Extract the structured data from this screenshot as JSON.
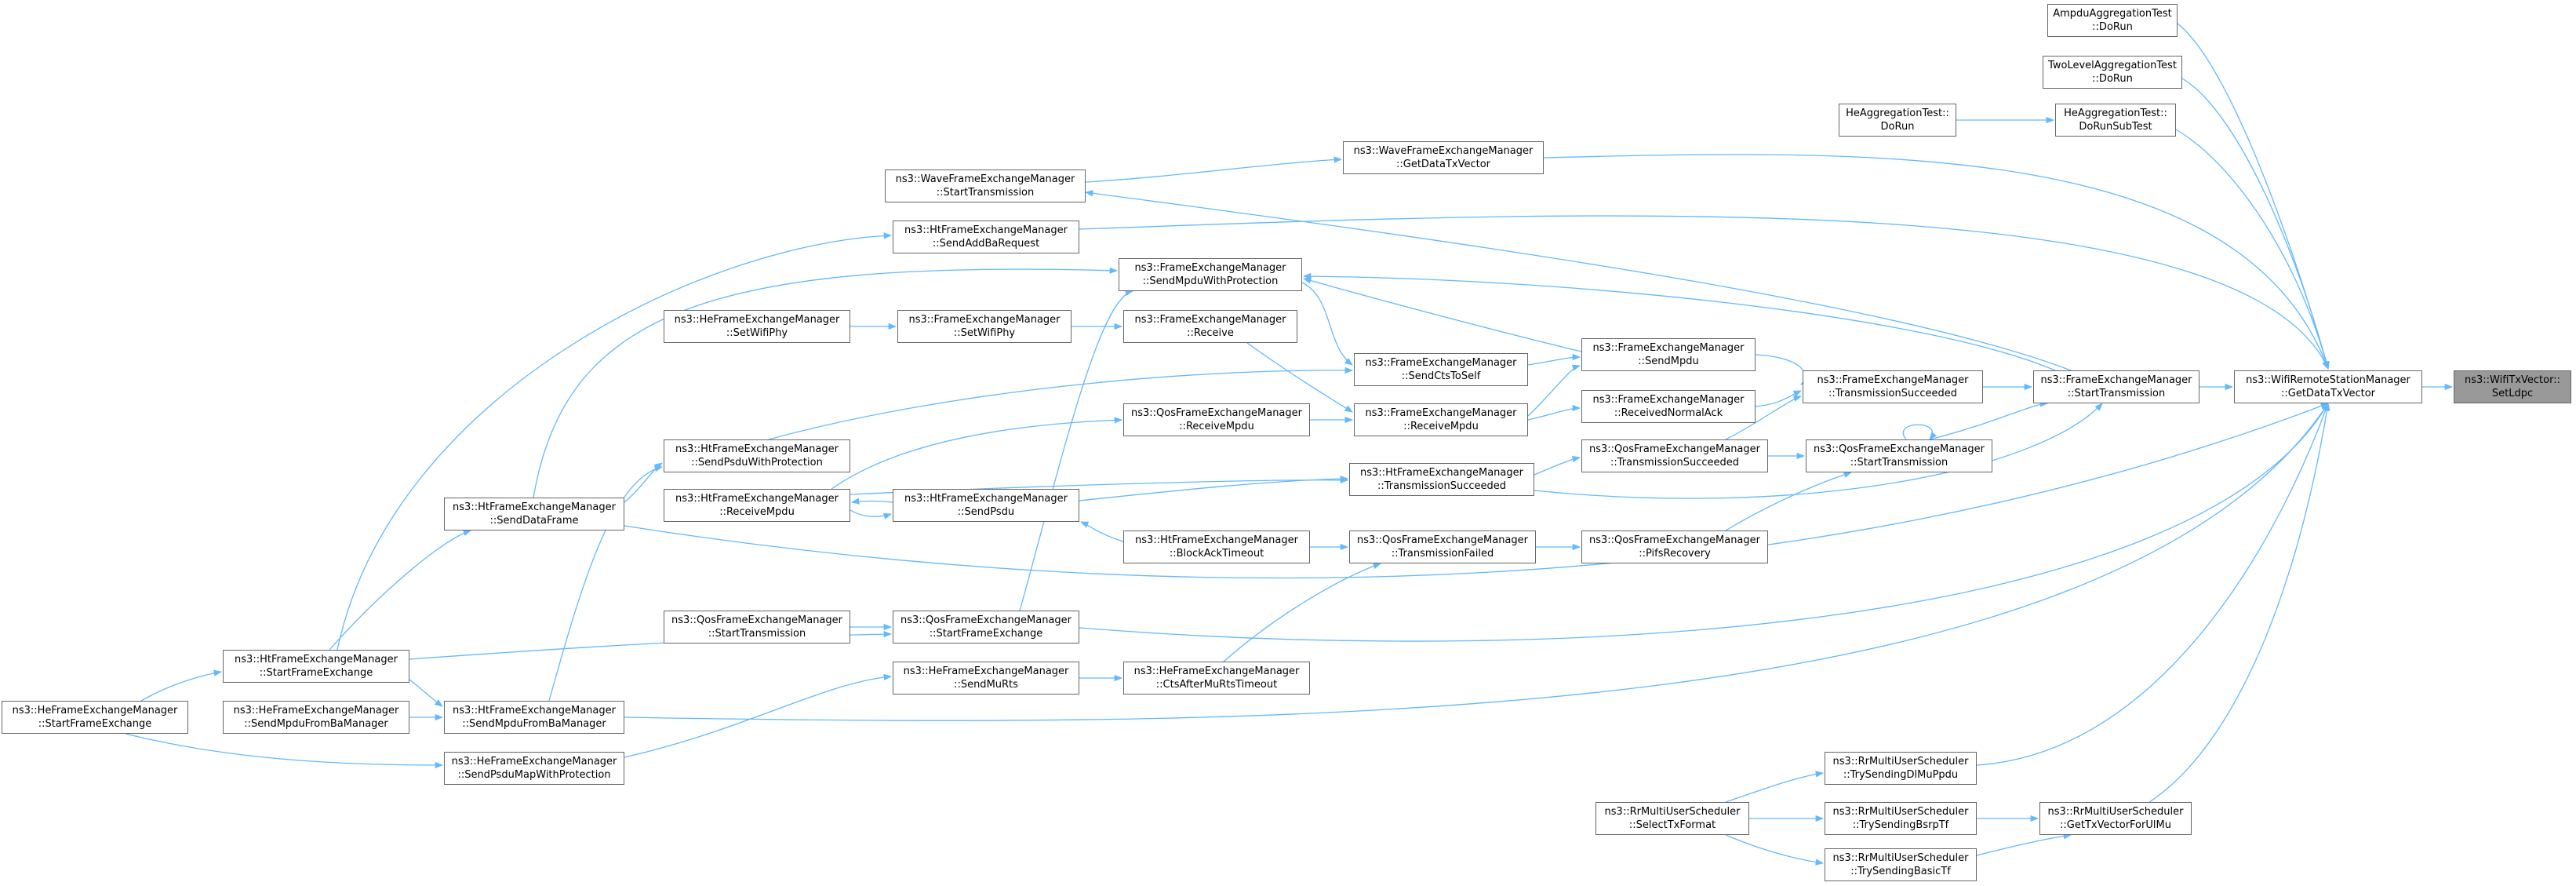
{
  "colors": {
    "edge": "#63b8ff",
    "node_border": "#666666",
    "focus_fill": "#999999"
  },
  "nodes": {
    "n_ampdu": [
      "AmpduAggregationTest",
      "::DoRun"
    ],
    "n_twolevel": [
      "TwoLevelAggregationTest",
      "::DoRun"
    ],
    "n_he_doruntest": [
      "HeAggregationTest::",
      "DoRun"
    ],
    "n_he_dorunsub": [
      "HeAggregationTest::",
      "DoRunSubTest"
    ],
    "n_wave_start": [
      "ns3::WaveFrameExchangeManager",
      "::StartTransmission"
    ],
    "n_wave_getdata": [
      "ns3::WaveFrameExchangeManager",
      "::GetDataTxVector"
    ],
    "n_ht_sendaddba": [
      "ns3::HtFrameExchangeManager",
      "::SendAddBaRequest"
    ],
    "n_fem_sendmpduprot": [
      "ns3::FrameExchangeManager",
      "::SendMpduWithProtection"
    ],
    "n_he_setwifiphy": [
      "ns3::HeFrameExchangeManager",
      "::SetWifiPhy"
    ],
    "n_fem_setwifiphy": [
      "ns3::FrameExchangeManager",
      "::SetWifiPhy"
    ],
    "n_fem_receive": [
      "ns3::FrameExchangeManager",
      "::Receive"
    ],
    "n_fem_sendcts": [
      "ns3::FrameExchangeManager",
      "::SendCtsToSelf"
    ],
    "n_fem_sendmpdu": [
      "ns3::FrameExchangeManager",
      "::SendMpdu"
    ],
    "n_fem_receivedack": [
      "ns3::FrameExchangeManager",
      "::ReceivedNormalAck"
    ],
    "n_fem_txsucc": [
      "ns3::FrameExchangeManager",
      "::TransmissionSucceeded"
    ],
    "n_fem_starttx": [
      "ns3::FrameExchangeManager",
      "::StartTransmission"
    ],
    "n_wrsm_getdata": [
      "ns3::WifiRemoteStationManager",
      "::GetDataTxVector"
    ],
    "n_focus": [
      "ns3::WifiTxVector::",
      "SetLdpc"
    ],
    "n_ht_sendpsduprot": [
      "ns3::HtFrameExchangeManager",
      "::SendPsduWithProtection"
    ],
    "n_qos_receivempdu": [
      "ns3::QosFrameExchangeManager",
      "::ReceiveMpdu"
    ],
    "n_fem_receivempdu": [
      "ns3::FrameExchangeManager",
      "::ReceiveMpdu"
    ],
    "n_qos_txsucc": [
      "ns3::QosFrameExchangeManager",
      "::TransmissionSucceeded"
    ],
    "n_qos_starttx": [
      "ns3::QosFrameExchangeManager",
      "::StartTransmission"
    ],
    "n_ht_senddata": [
      "ns3::HtFrameExchangeManager",
      "::SendDataFrame"
    ],
    "n_ht_receivempdu": [
      "ns3::HtFrameExchangeManager",
      "::ReceiveMpdu"
    ],
    "n_ht_sendpsdu": [
      "ns3::HtFrameExchangeManager",
      "::SendPsdu"
    ],
    "n_ht_txsucc": [
      "ns3::HtFrameExchangeManager",
      "::TransmissionSucceeded"
    ],
    "n_ht_blockack": [
      "ns3::HtFrameExchangeManager",
      "::BlockAckTimeout"
    ],
    "n_qos_txfailed": [
      "ns3::QosFrameExchangeManager",
      "::TransmissionFailed"
    ],
    "n_qos_pifs": [
      "ns3::QosFrameExchangeManager",
      "::PifsRecovery"
    ],
    "n_qos_starttx2": [
      "ns3::QosFrameExchangeManager",
      "::StartTransmission"
    ],
    "n_qos_startfe": [
      "ns3::QosFrameExchangeManager",
      "::StartFrameExchange"
    ],
    "n_ht_startfe": [
      "ns3::HtFrameExchangeManager",
      "::StartFrameExchange"
    ],
    "n_he_sendmurts": [
      "ns3::HeFrameExchangeManager",
      "::SendMuRts"
    ],
    "n_he_ctsafter": [
      "ns3::HeFrameExchangeManager",
      "::CtsAfterMuRtsTimeout"
    ],
    "n_he_startfe": [
      "ns3::HeFrameExchangeManager",
      "::StartFrameExchange"
    ],
    "n_he_sendmpduba": [
      "ns3::HeFrameExchangeManager",
      "::SendMpduFromBaManager"
    ],
    "n_ht_sendmpduba": [
      "ns3::HtFrameExchangeManager",
      "::SendMpduFromBaManager"
    ],
    "n_he_sendpsdumap": [
      "ns3::HeFrameExchangeManager",
      "::SendPsduMapWithProtection"
    ],
    "n_rr_dlmu": [
      "ns3::RrMultiUserScheduler",
      "::TrySendingDlMuPpdu"
    ],
    "n_rr_selecttx": [
      "ns3::RrMultiUserScheduler",
      "::SelectTxFormat"
    ],
    "n_rr_bsrp": [
      "ns3::RrMultiUserScheduler",
      "::TrySendingBsrpTf"
    ],
    "n_rr_gettxul": [
      "ns3::RrMultiUserScheduler",
      "::GetTxVectorForUlMu"
    ],
    "n_rr_basictf": [
      "ns3::RrMultiUserScheduler",
      "::TrySendingBasicTf"
    ]
  }
}
